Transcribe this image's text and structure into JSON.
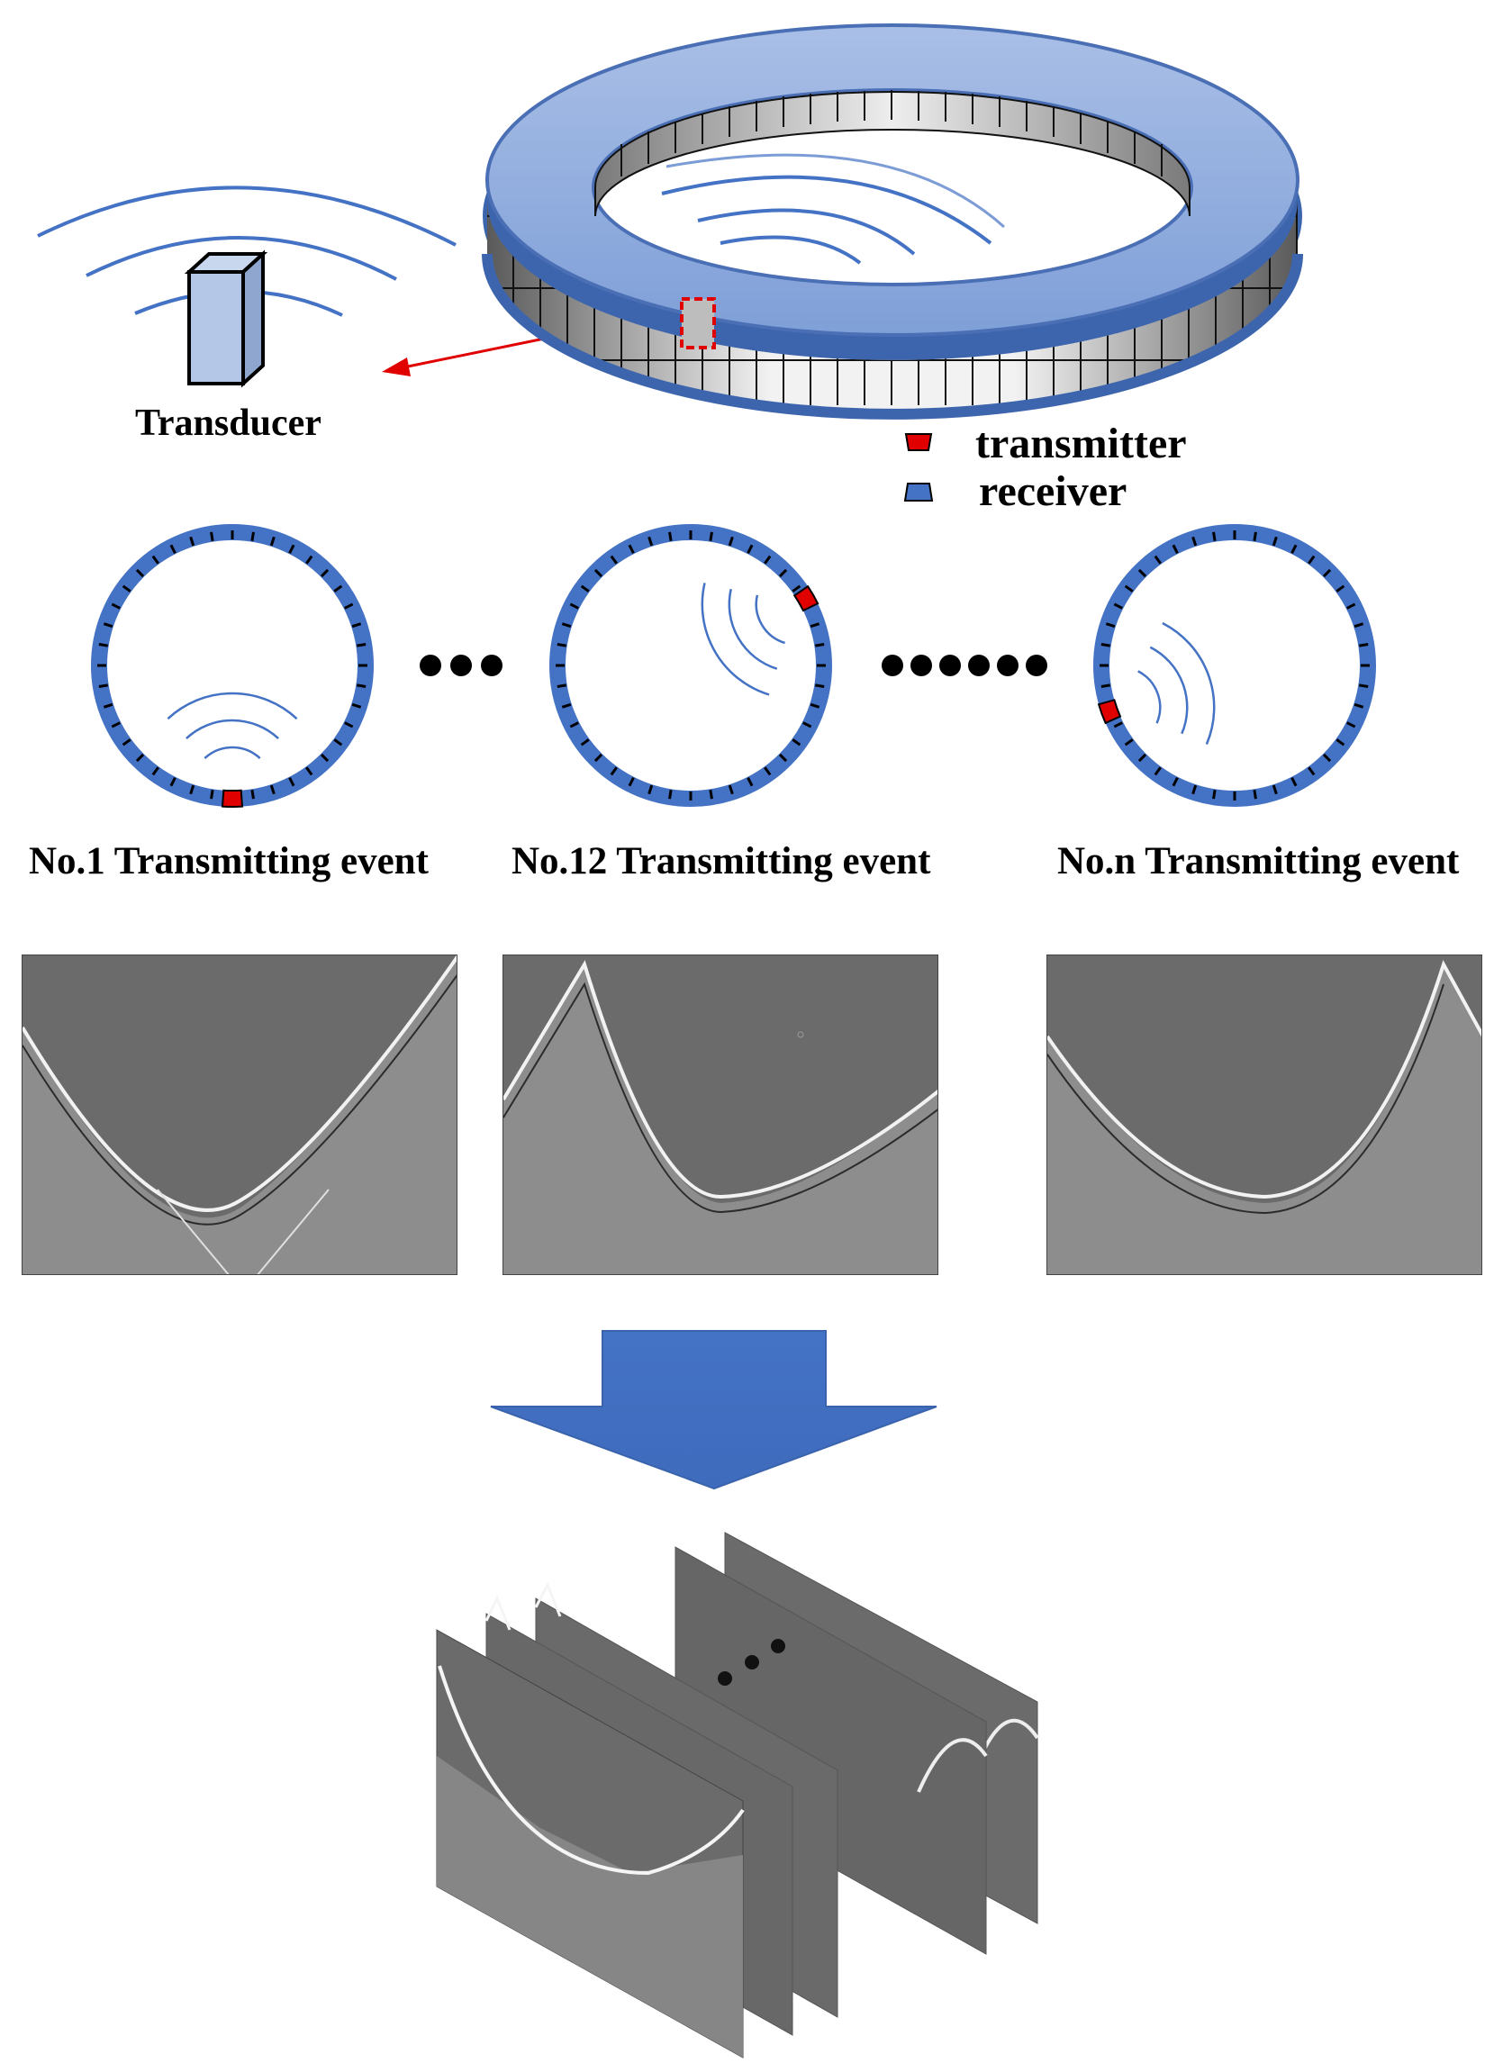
{
  "labels": {
    "transducer": "Transducer",
    "transmitter": "transmitter",
    "receiver": "receiver"
  },
  "events": [
    {
      "label": "No.1 Transmitting event",
      "transmitter_angle_deg": 90
    },
    {
      "label": "No.12 Transmitting event",
      "transmitter_angle_deg": -30
    },
    {
      "label": "No.n Transmitting event",
      "transmitter_angle_deg": 160
    }
  ],
  "separators": [
    "•••",
    "••••••"
  ],
  "colors": {
    "ring_blue": "#4472C4",
    "ring_light": "#8FAADC",
    "transmitter_red": "#E00000",
    "wave_blue": "#4472C4",
    "arrow_blue": "#4472C4",
    "panel_gray": "#6b6b6b",
    "pointer_red": "#E00000"
  },
  "icons": [
    "transducer-icon",
    "ring-array-icon",
    "down-arrow-icon",
    "ellipsis-icon"
  ]
}
